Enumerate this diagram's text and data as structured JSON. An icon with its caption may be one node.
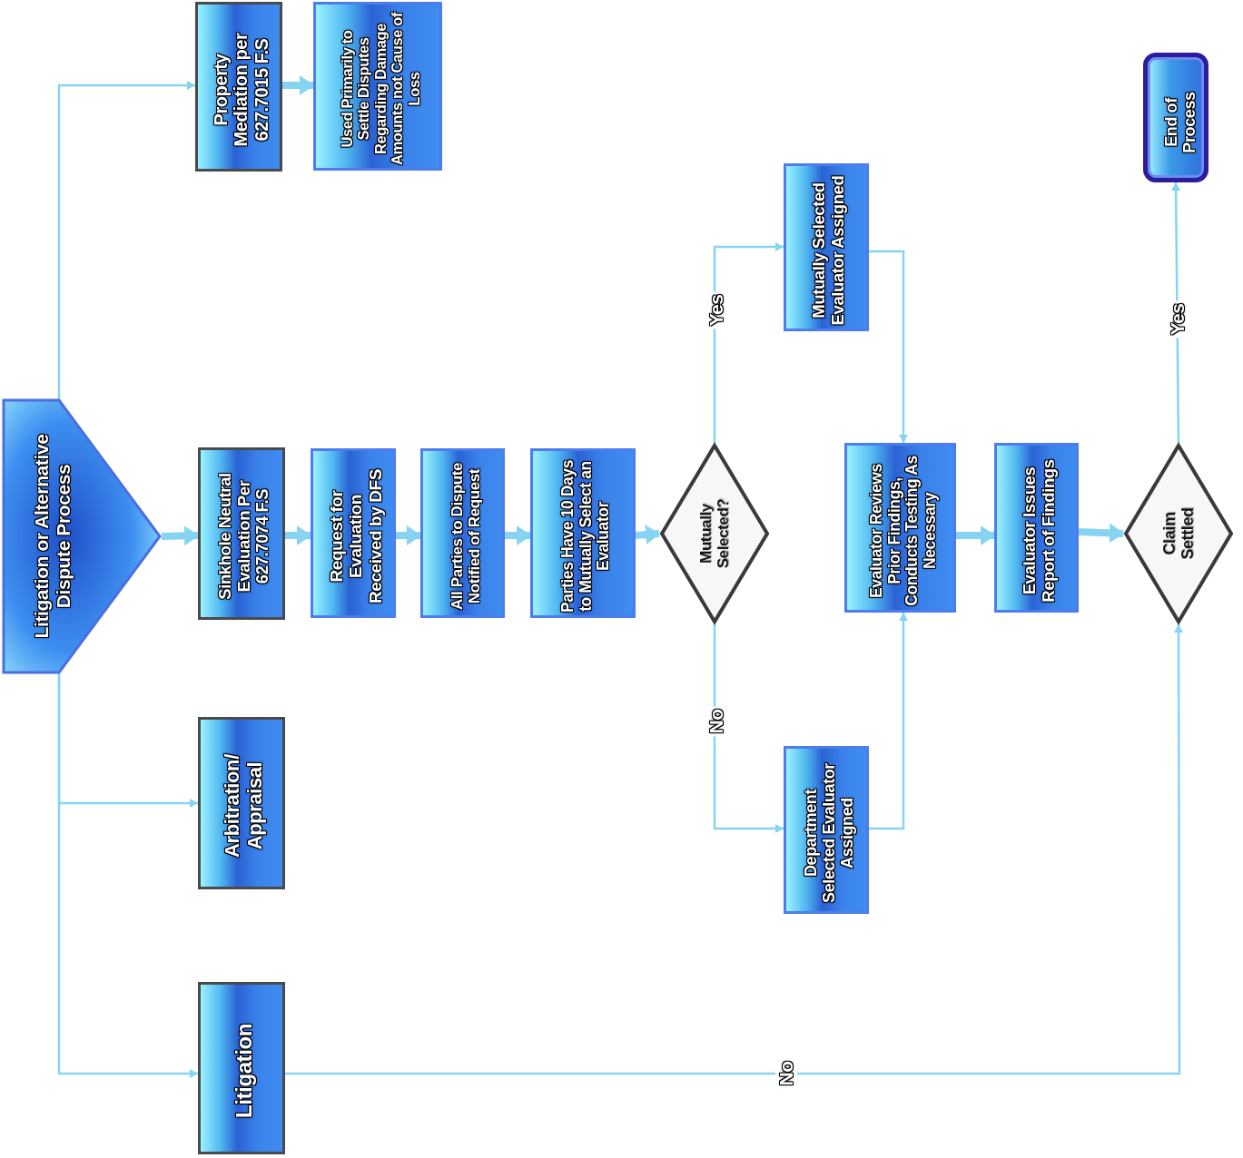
{
  "diagram": {
    "nodes": [
      {
        "text": [
          "Litigation or Alternative Dispute Process"
        ]
      },
      {
        "text": [
          "Property Mediation per 627.7015 F.S"
        ]
      },
      {
        "text": [
          "Used Primarily to Settle Disputes Regarding Damage Amounts not Cause of Loss"
        ]
      },
      {
        "text": [
          "Sinkhole Neutral Evaluation Per 627.7074 F.S"
        ]
      },
      {
        "text": [
          "Request for Evaluation Received by DFS"
        ]
      },
      {
        "text": [
          "All Parties to Dispute Notified of Request"
        ]
      },
      {
        "text": [
          "Parties Have 10 Days to Mutually Select an Evaluator"
        ]
      },
      {
        "text": [
          "Mutually Selected?"
        ]
      },
      {
        "text": [
          "Mutually Selected Evaluator Assigned"
        ]
      },
      {
        "text": [
          "Department Selected Evaluator Assigned"
        ]
      },
      {
        "text": [
          "Evaluator Reviews Prior Findings, Conducts Testing As Necessary"
        ]
      },
      {
        "text": [
          "Evaluator Issues Report of Findings"
        ]
      },
      {
        "text": [
          "Claim Settled"
        ]
      },
      {
        "text": [
          "End of Process"
        ]
      },
      {
        "text": [
          "Arbitration/ Appraisal"
        ]
      },
      {
        "text": [
          "Litigation"
        ]
      }
    ],
    "edges": [
      {
        "from": 0,
        "to": 1,
        "arrow": "to"
      },
      {
        "from": 0,
        "to": 3,
        "arrow": "to",
        "style": "thick"
      },
      {
        "from": 0,
        "to": 14,
        "arrow": "to"
      },
      {
        "from": 0,
        "to": 15,
        "arrow": "to"
      },
      {
        "from": 1,
        "to": 2,
        "arrow": "to",
        "style": "thick"
      },
      {
        "from": 3,
        "to": 4,
        "arrow": "to",
        "style": "thick"
      },
      {
        "from": 4,
        "to": 5,
        "arrow": "to",
        "style": "thick"
      },
      {
        "from": 5,
        "to": 6,
        "arrow": "to",
        "style": "thick"
      },
      {
        "from": 6,
        "to": 7,
        "arrow": "to",
        "style": "thick"
      },
      {
        "from": 7,
        "to": 8,
        "arrow": "to",
        "label": "Yes"
      },
      {
        "from": 7,
        "to": 9,
        "arrow": "to",
        "label": "No"
      },
      {
        "from": 8,
        "to": 10,
        "arrow": "to"
      },
      {
        "from": 9,
        "to": 10,
        "arrow": "to"
      },
      {
        "from": 10,
        "to": 11,
        "arrow": "to",
        "style": "thick"
      },
      {
        "from": 11,
        "to": 12,
        "arrow": "to",
        "style": "thick"
      },
      {
        "from": 12,
        "to": 13,
        "arrow": "to",
        "label": "Yes"
      },
      {
        "from": 15,
        "to": 12,
        "arrow": "to",
        "label": "No"
      }
    ]
  }
}
